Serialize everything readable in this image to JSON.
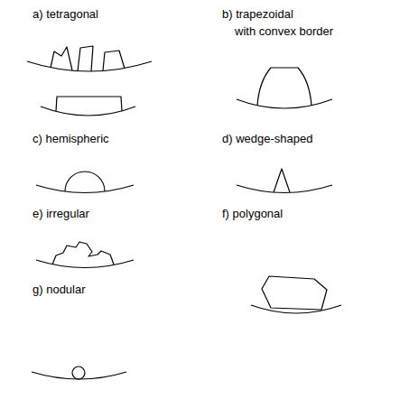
{
  "diagram": {
    "labels": [
      "a) tetragonal",
      "b) trapezoidal with convex border",
      "c) hemispheric",
      "d) wedge-shaped",
      "e) irregular",
      "f) polygonal",
      "g) nodular"
    ]
  }
}
